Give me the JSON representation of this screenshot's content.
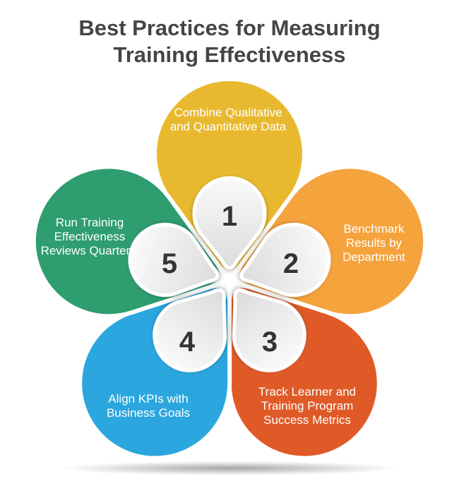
{
  "title": {
    "line1": "Best Practices for Measuring",
    "line2": "Training Effectiveness"
  },
  "items": [
    {
      "number": "1",
      "text": "Combine Qualitative and Quantitative Data",
      "color": "#E8B92F"
    },
    {
      "number": "2",
      "text": "Benchmark Results by Department",
      "color": "#F5A33D"
    },
    {
      "number": "3",
      "text": "Track Learner and Training Program Success Metrics",
      "color": "#E05A28"
    },
    {
      "number": "4",
      "text": "Align KPIs with Business Goals",
      "color": "#2BA6DE"
    },
    {
      "number": "5",
      "text": "Run Training Effectiveness Reviews Quarterly",
      "color": "#2E9D6F"
    }
  ]
}
